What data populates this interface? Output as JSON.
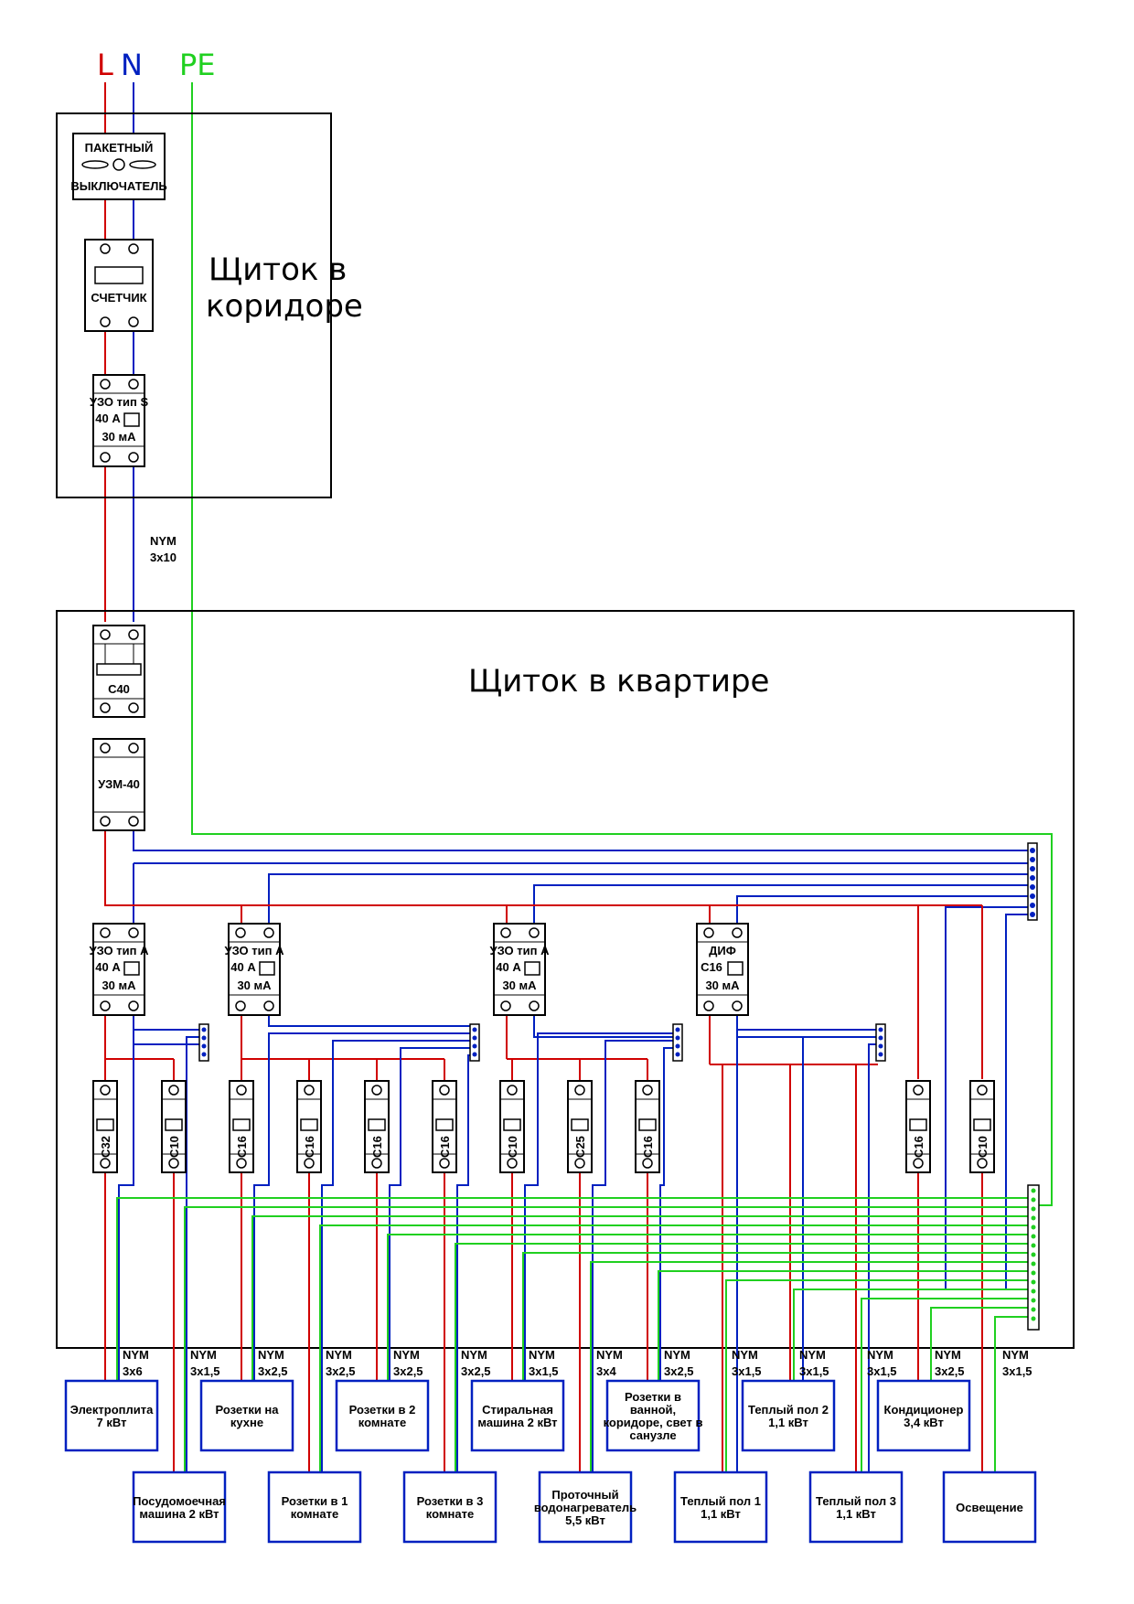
{
  "phase_labels": {
    "L": "L",
    "N": "N",
    "PE": "PE"
  },
  "colors": {
    "L": "#d00000",
    "N": "#0020c0",
    "PE": "#20d020",
    "frame": "#000000"
  },
  "corridor_panel": {
    "title_line1": "Щиток в",
    "title_line2": "коридоре",
    "switch": {
      "line1": "ПАКЕТНЫЙ",
      "line2": "ВЫКЛЮЧАТЕЛЬ"
    },
    "meter": {
      "label": "СЧЕТЧИК"
    },
    "rcd": {
      "line1": "УЗО тип S",
      "line2": "40 А",
      "line3": "30 мА"
    }
  },
  "feed_cable": {
    "line1": "NYM",
    "line2": "3х10"
  },
  "apartment_panel": {
    "title": "Щиток в квартире",
    "main_breaker": "С40",
    "voltage_relay": "УЗМ-40",
    "rcds": [
      {
        "line1": "УЗО тип А",
        "line2": "40 А",
        "line3": "30 мА"
      },
      {
        "line1": "УЗО тип А",
        "line2": "40 А",
        "line3": "30 мА"
      },
      {
        "line1": "УЗО тип А",
        "line2": "40 А",
        "line3": "30 мА"
      },
      {
        "line1": "ДИФ",
        "line2": "С16",
        "line3": "30 мА"
      }
    ],
    "breakers": [
      "С32",
      "С10",
      "С16",
      "С16",
      "С16",
      "С16",
      "С10",
      "С25",
      "С16",
      "С16",
      "С10"
    ]
  },
  "cables": [
    {
      "line1": "NYM",
      "line2": "3х6"
    },
    {
      "line1": "NYM",
      "line2": "3х1,5"
    },
    {
      "line1": "NYM",
      "line2": "3х2,5"
    },
    {
      "line1": "NYM",
      "line2": "3х2,5"
    },
    {
      "line1": "NYM",
      "line2": "3х2,5"
    },
    {
      "line1": "NYM",
      "line2": "3х2,5"
    },
    {
      "line1": "NYM",
      "line2": "3х1,5"
    },
    {
      "line1": "NYM",
      "line2": "3х4"
    },
    {
      "line1": "NYM",
      "line2": "3х2,5"
    },
    {
      "line1": "NYM",
      "line2": "3х1,5"
    },
    {
      "line1": "NYM",
      "line2": "3х1,5"
    },
    {
      "line1": "NYM",
      "line2": "3х1,5"
    },
    {
      "line1": "NYM",
      "line2": "3х2,5"
    },
    {
      "line1": "NYM",
      "line2": "3х1,5"
    }
  ],
  "loads_top": [
    {
      "lines": [
        "Электроплита",
        "7 кВт"
      ]
    },
    {
      "lines": [
        "Розетки на",
        "кухне"
      ]
    },
    {
      "lines": [
        "Розетки в 2",
        "комнате"
      ]
    },
    {
      "lines": [
        "Стиральная",
        "машина 2 кВт"
      ]
    },
    {
      "lines": [
        "Розетки в",
        "ванной,",
        "коридоре, свет в",
        "санузле"
      ]
    },
    {
      "lines": [
        "Теплый пол 2",
        "1,1 кВт"
      ]
    },
    {
      "lines": [
        "Кондиционер",
        "3,4 кВт"
      ]
    }
  ],
  "loads_bottom": [
    {
      "lines": [
        "Посудомоечная",
        "машина 2 кВт"
      ]
    },
    {
      "lines": [
        "Розетки в 1",
        "комнате"
      ]
    },
    {
      "lines": [
        "Розетки в 3",
        "комнате"
      ]
    },
    {
      "lines": [
        "Проточный",
        "водонагреватель",
        "5,5 кВт"
      ]
    },
    {
      "lines": [
        "Теплый пол 1",
        "1,1 кВт"
      ]
    },
    {
      "lines": [
        "Теплый пол 3",
        "1,1 кВт"
      ]
    },
    {
      "lines": [
        "Освещение"
      ]
    }
  ]
}
